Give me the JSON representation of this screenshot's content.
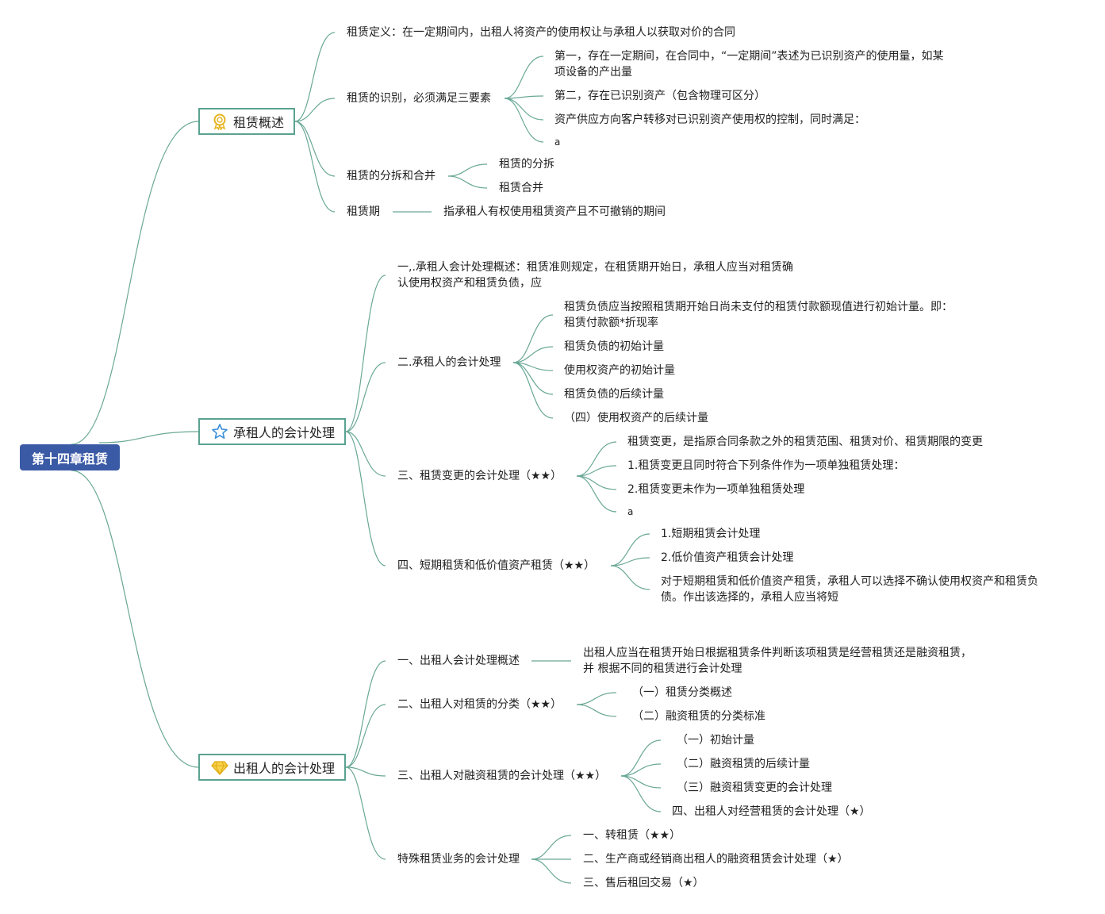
{
  "root": {
    "label": "第十四章租赁"
  },
  "branches": [
    {
      "label": "租赁概述",
      "icon": "award-ribbon-icon",
      "children": [
        {
          "label": "租赁定义：在一定期间内，出租人将资产的使用权让与承租人以获取对价的合同"
        },
        {
          "label": "租赁的识别，必须满足三要素",
          "children": [
            {
              "label": "第一，存在一定期间，在合同中，“一定期间”表述为已识别资产的使用量，如某项设备的产出量"
            },
            {
              "label": "第二，存在已识别资产（包含物理可区分）"
            },
            {
              "label": "资产供应方向客户转移对已识别资产使用权的控制，同时满足："
            },
            {
              "label": "a"
            }
          ]
        },
        {
          "label": "租赁的分拆和合并",
          "children": [
            {
              "label": "租赁的分拆"
            },
            {
              "label": "租赁合并"
            }
          ]
        },
        {
          "label": "租赁期",
          "children": [
            {
              "label": "指承租人有权使用租赁资产且不可撤销的期间"
            }
          ]
        }
      ]
    },
    {
      "label": "承租人的会计处理",
      "icon": "star-outline-icon",
      "children": [
        {
          "label": "一,.承租人会计处理概述：租赁准则规定，在租赁期开始日，承租人应当对租赁确认使用权资产和租赁负债，应"
        },
        {
          "label": "二.承租人的会计处理",
          "children": [
            {
              "label": "租赁负债应当按照租赁期开始日尚未支付的租赁付款额现值进行初始计量。即：租赁付款额*折现率"
            },
            {
              "label": "租赁负债的初始计量"
            },
            {
              "label": "使用权资产的初始计量"
            },
            {
              "label": "租赁负债的后续计量"
            },
            {
              "label": "（四）使用权资产的后续计量"
            }
          ]
        },
        {
          "label": "三、租赁变更的会计处理（★★）",
          "children": [
            {
              "label": "租赁变更，是指原合同条款之外的租赁范围、租赁对价、租赁期限的变更"
            },
            {
              "label": "1.租赁变更且同时符合下列条件作为一项单独租赁处理："
            },
            {
              "label": "2.租赁变更未作为一项单独租赁处理"
            },
            {
              "label": "a"
            }
          ]
        },
        {
          "label": "四、短期租赁和低价值资产租赁（★★）",
          "children": [
            {
              "label": "1.短期租赁会计处理"
            },
            {
              "label": "2.低价值资产租赁会计处理"
            },
            {
              "label": "对于短期租赁和低价值资产租赁，承租人可以选择不确认使用权资产和租赁负债。作出该选择的，承租人应当将短"
            }
          ]
        }
      ]
    },
    {
      "label": "出租人的会计处理",
      "icon": "diamond-icon",
      "children": [
        {
          "label": "一、出租人会计处理概述",
          "children": [
            {
              "label": "出租人应当在租赁开始日根据租赁条件判断该项租赁是经营租赁还是融资租赁，并 根据不同的租赁进行会计处理"
            }
          ]
        },
        {
          "label": "二、出租人对租赁的分类（★★）",
          "children": [
            {
              "label": "（一）租赁分类概述"
            },
            {
              "label": "（二）融资租赁的分类标准"
            }
          ]
        },
        {
          "label": "三、出租人对融资租赁的会计处理（★★）",
          "children": [
            {
              "label": "（一）初始计量"
            },
            {
              "label": "（二）融资租赁的后续计量"
            },
            {
              "label": "（三）融资租赁变更的会计处理"
            },
            {
              "label": "四、出租人对经营租赁的会计处理（★）"
            }
          ]
        },
        {
          "label": "特殊租赁业务的会计处理",
          "children": [
            {
              "label": "一、转租赁（★★）"
            },
            {
              "label": "二、生产商或经销商出租人的融资租赁会计处理（★）"
            },
            {
              "label": "三、售后租回交易（★）"
            }
          ]
        }
      ]
    }
  ],
  "colors": {
    "root_bg": "#3b5aa6",
    "branch_border": "#5aa290",
    "link": "#6aa896",
    "text": "#222222"
  }
}
